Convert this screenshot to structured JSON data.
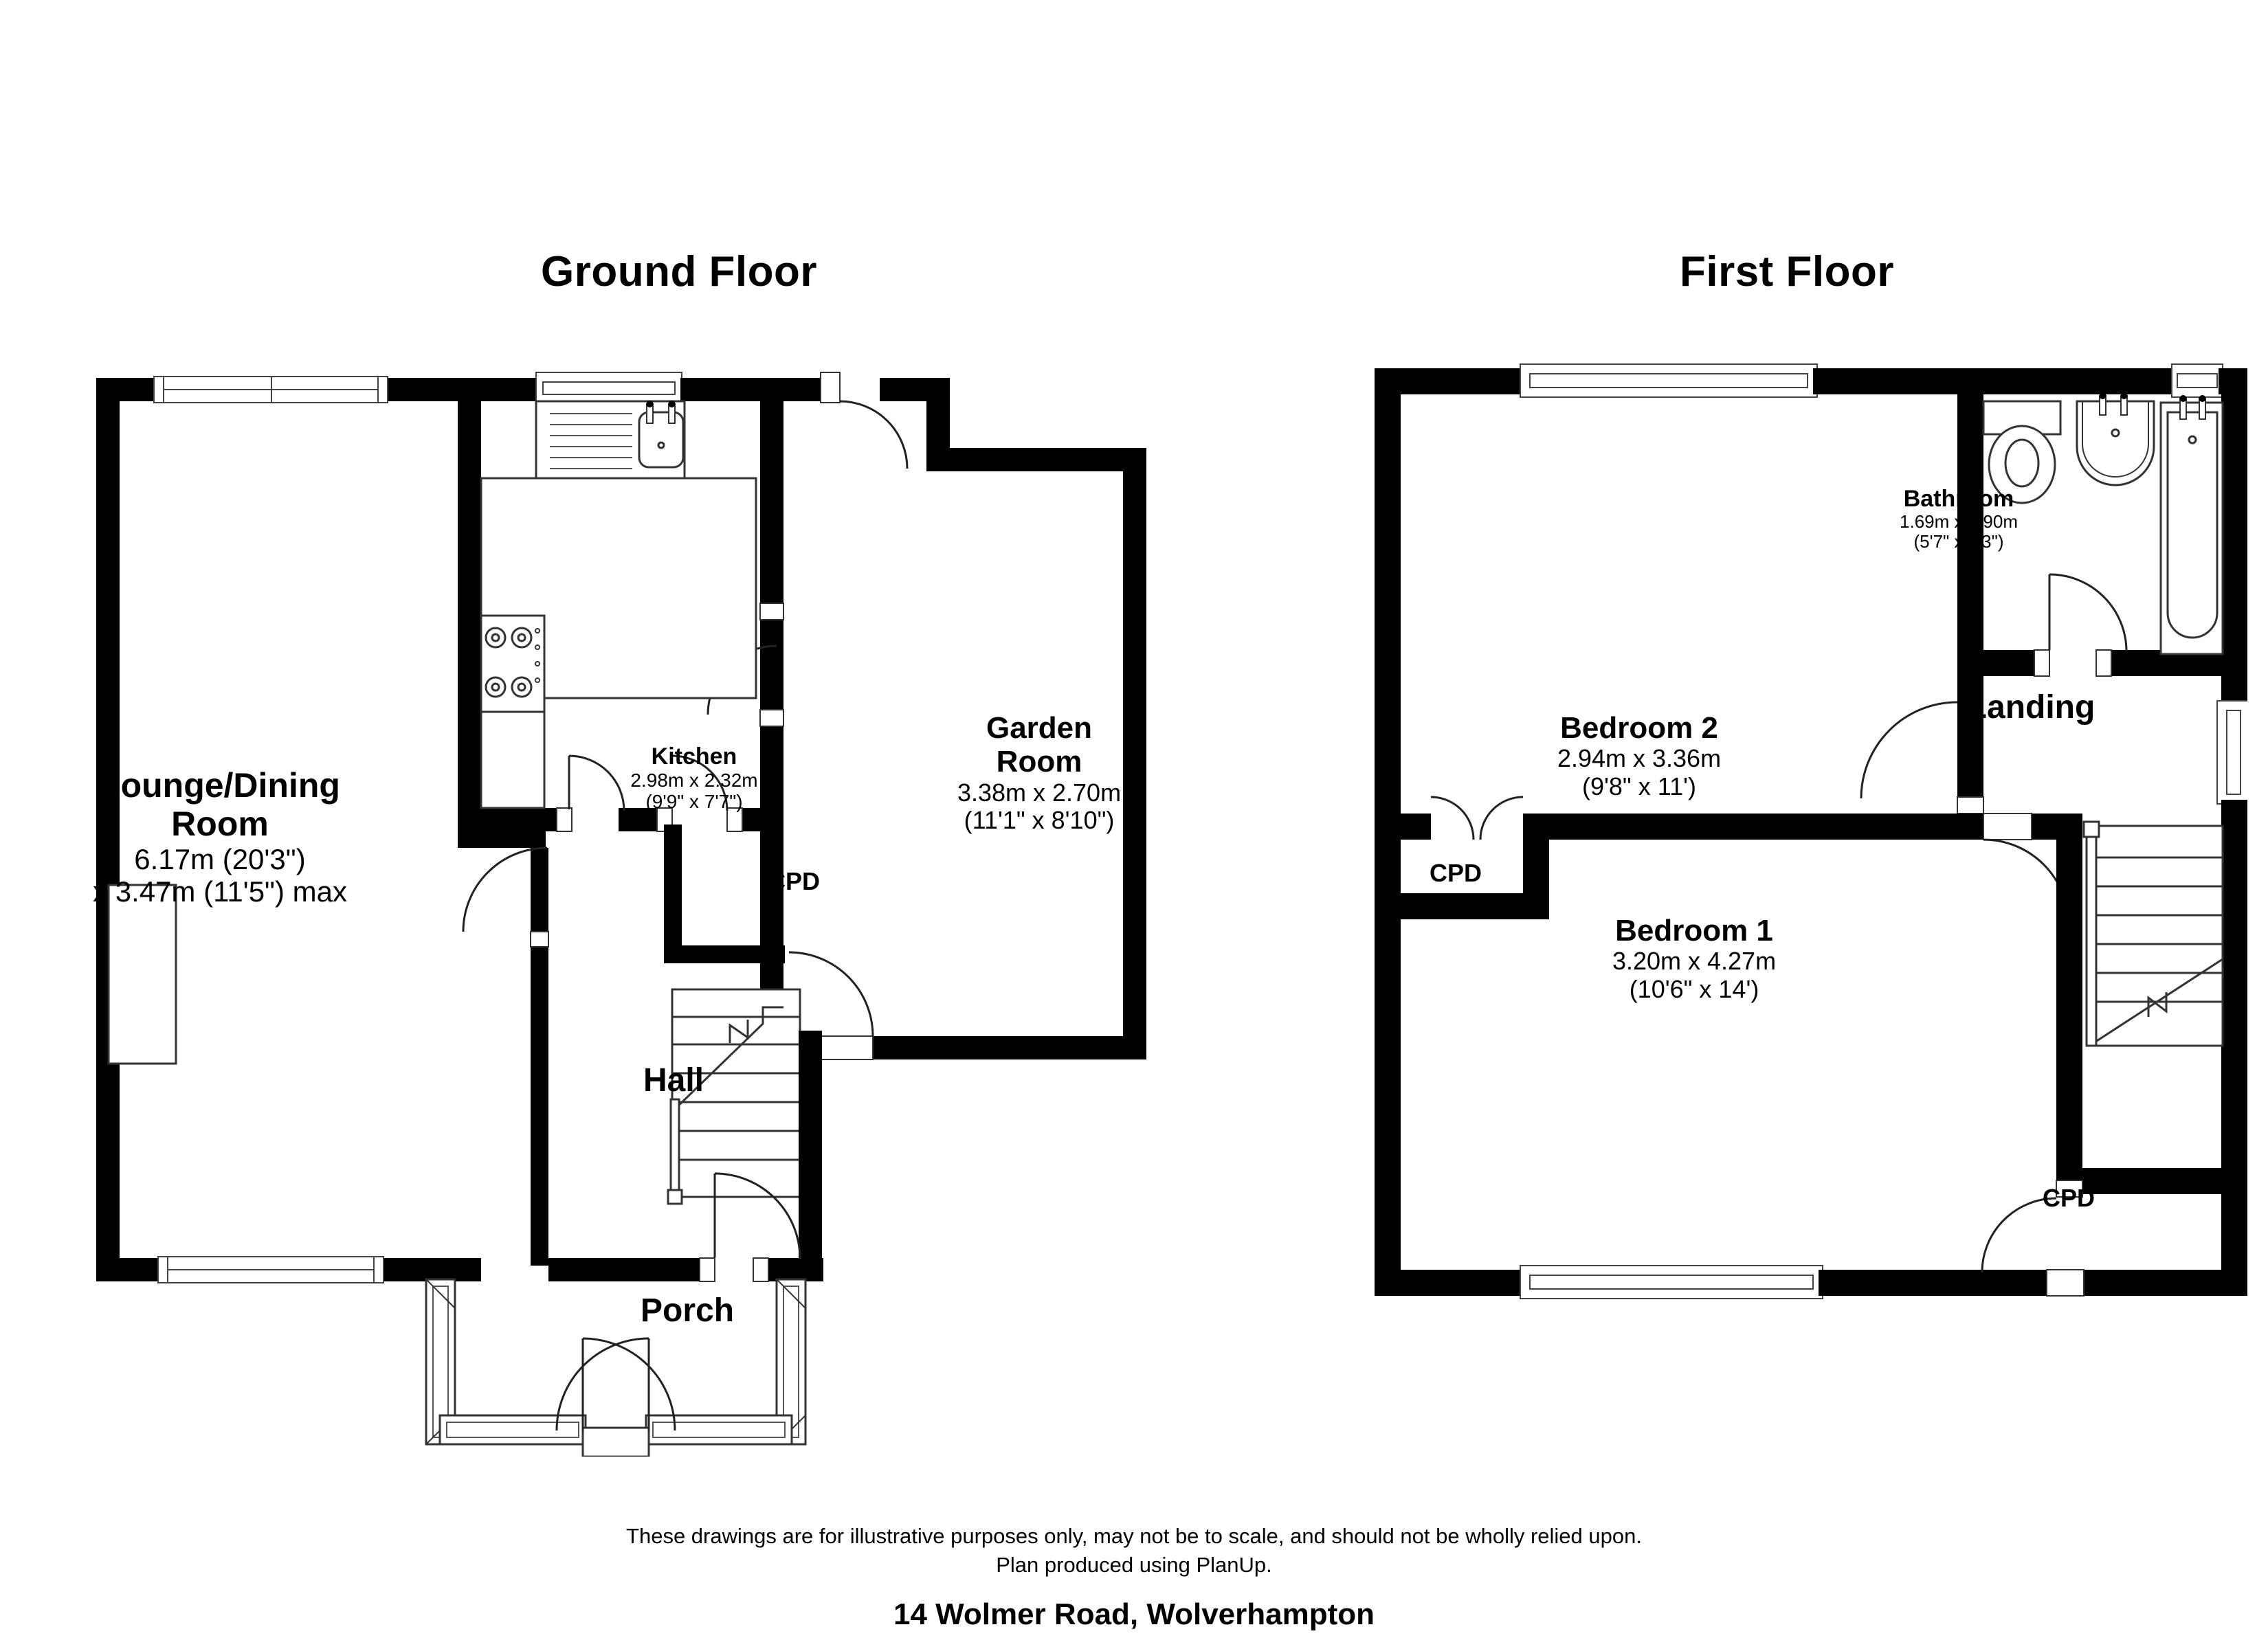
{
  "document": {
    "type": "floor-plan",
    "address": "14 Wolmer Road, Wolverhampton",
    "disclaimer_line1": "These drawings are for illustrative purposes only, may not be to scale, and should not be wholly relied upon.",
    "disclaimer_line2": "Plan produced using PlanUp.",
    "colors": {
      "wall": "#000000",
      "background": "#ffffff",
      "fixture_stroke": "#000000",
      "text": "#000000"
    }
  },
  "floors": [
    {
      "id": "ground",
      "title": "Ground Floor",
      "rooms": [
        {
          "id": "lounge-dining-room",
          "name": "Lounge/Dining Room",
          "name_line1": "Lounge/Dining",
          "name_line2": "Room",
          "dims_metric": "6.17m (20'3\")",
          "dims_imperial": "x 3.47m (11'5\") max"
        },
        {
          "id": "kitchen",
          "name": "Kitchen",
          "dims_metric": "2.98m x 2.32m",
          "dims_imperial": "(9'9\" x 7'7\")"
        },
        {
          "id": "garden-room",
          "name": "Garden Room",
          "name_line1": "Garden",
          "name_line2": "Room",
          "dims_metric": "3.38m x 2.70m",
          "dims_imperial": "(11'1\" x 8'10\")"
        },
        {
          "id": "hall",
          "name": "Hall",
          "dims_metric": "",
          "dims_imperial": ""
        },
        {
          "id": "porch",
          "name": "Porch",
          "dims_metric": "",
          "dims_imperial": ""
        },
        {
          "id": "cpd-ground",
          "name": "CPD",
          "dims_metric": "",
          "dims_imperial": ""
        }
      ]
    },
    {
      "id": "first",
      "title": "First Floor",
      "rooms": [
        {
          "id": "bedroom-2",
          "name": "Bedroom 2",
          "dims_metric": "2.94m x 3.36m",
          "dims_imperial": "(9'8\" x 11')"
        },
        {
          "id": "bathroom",
          "name": "Bathroom",
          "dims_metric": "1.69m x 1.90m",
          "dims_imperial": "(5'7\" x 6'3\")"
        },
        {
          "id": "bedroom-1",
          "name": "Bedroom 1",
          "dims_metric": "3.20m x 4.27m",
          "dims_imperial": "(10'6\" x 14')"
        },
        {
          "id": "landing",
          "name": "Landing",
          "dims_metric": "",
          "dims_imperial": ""
        },
        {
          "id": "cpd-first-left",
          "name": "CPD",
          "dims_metric": "",
          "dims_imperial": ""
        },
        {
          "id": "cpd-first-right",
          "name": "CPD",
          "dims_metric": "",
          "dims_imperial": ""
        }
      ]
    }
  ],
  "fixtures": {
    "ground": [
      "kitchen-sink-icon",
      "kitchen-draining-board-icon",
      "kitchen-hob-icon",
      "kitchen-worktop-icon",
      "staircase-icon",
      "lounge-bay-window-icon"
    ],
    "first": [
      "toilet-icon",
      "wash-basin-icon",
      "bathtub-icon",
      "staircase-icon"
    ]
  }
}
